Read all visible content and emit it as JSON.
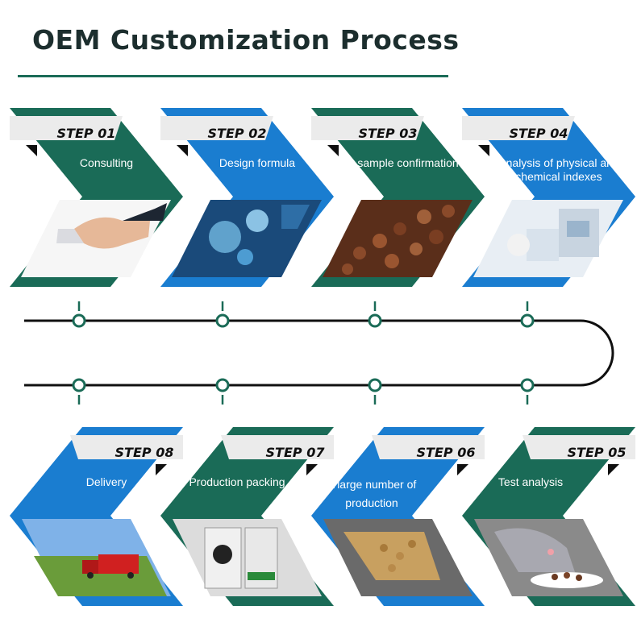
{
  "title": "OEM Customization Process",
  "colors": {
    "green": "#1a6b57",
    "blue": "#1a7dd0",
    "tab": "#ebebeb",
    "dark": "#1c2e2e"
  },
  "steps_top": [
    {
      "label": "STEP 01",
      "desc": "Consulting",
      "color": "green",
      "photo": "handshake"
    },
    {
      "label": "STEP 02",
      "desc": "Design formula",
      "color": "blue",
      "photo": "lab-research"
    },
    {
      "label": "STEP 03",
      "desc": "sample confirmation",
      "color": "green",
      "photo": "pet-food-kibble"
    },
    {
      "label": "STEP 04",
      "desc": "Analysis of physical and chemical indexes",
      "color": "blue",
      "photo": "lab-analysis"
    }
  ],
  "steps_bottom": [
    {
      "label": "STEP 08",
      "desc": "Delivery",
      "color": "blue",
      "photo": "truck"
    },
    {
      "label": "STEP 07",
      "desc": "Production packing",
      "color": "green",
      "photo": "packing-bags"
    },
    {
      "label": "STEP 06",
      "desc": "A large number of production",
      "color": "blue",
      "photo": "production-line"
    },
    {
      "label": "STEP 05",
      "desc": "Test analysis",
      "color": "green",
      "photo": "cat-eating"
    }
  ]
}
